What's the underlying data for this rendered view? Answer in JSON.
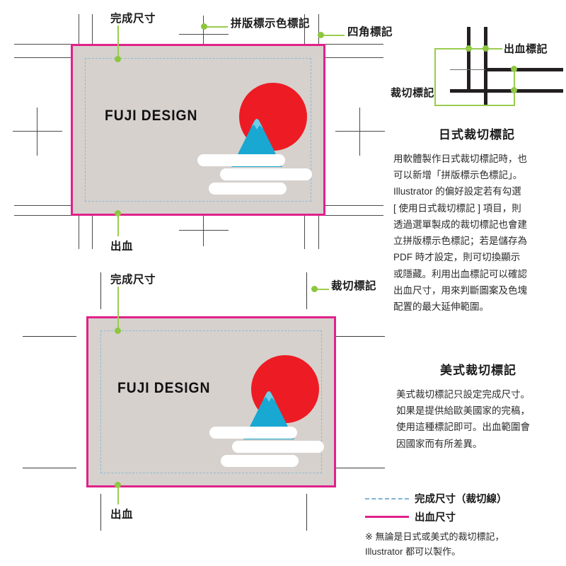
{
  "meta": {
    "accent_green": "#8dc63f",
    "bleed_pink": "#e0218a",
    "trim_blue": "#8fb9d6",
    "card_bg": "#d6d1cd",
    "mark_black": "#231f20"
  },
  "logo": {
    "wordmark": "FUJI DESIGN",
    "sun_color": "#ed1c24",
    "mountain_color": "#18a8d1",
    "cloud_color": "#ffffff"
  },
  "japanese_panel": {
    "callouts": {
      "trim_size": "完成尺寸",
      "registration_mark": "拼版標示色標記",
      "corner_mark": "四角標記",
      "bleed": "出血"
    }
  },
  "mark_diagram": {
    "bleed_mark_label": "出血標記",
    "crop_mark_label": "裁切標記"
  },
  "article_japanese": {
    "title": "日式裁切標記",
    "lines": [
      "用軟體製作日式裁切標記時，也",
      "可以新增「拼版標示色標記」。",
      "Illustrator 的偏好設定若有勾選",
      "[ 使用日式裁切標記 ] 項目，則",
      "透過選單製成的裁切標記也會建",
      "立拼版標示色標記；若是儲存為",
      "PDF 時才設定，則可切換顯示",
      "或隱藏。利用出血標記可以確認",
      "出血尺寸，用來判斷圖案及色塊",
      "配置的最大延伸範圍。"
    ]
  },
  "article_american": {
    "title": "美式裁切標記",
    "lines": [
      "美式裁切標記只設定完成尺寸。",
      "如果是提供給歐美國家的完稿，",
      "使用這種標記即可。出血範圍會",
      "因國家而有所差異。"
    ]
  },
  "american_panel": {
    "callouts": {
      "trim_size": "完成尺寸",
      "crop_mark": "裁切標記",
      "bleed": "出血"
    }
  },
  "legend": {
    "trim_label": "完成尺寸（裁切線）",
    "bleed_label": "出血尺寸",
    "note_lines": [
      "※ 無論是日式或美式的裁切標記，",
      "Illustrator 都可以製作。"
    ]
  }
}
